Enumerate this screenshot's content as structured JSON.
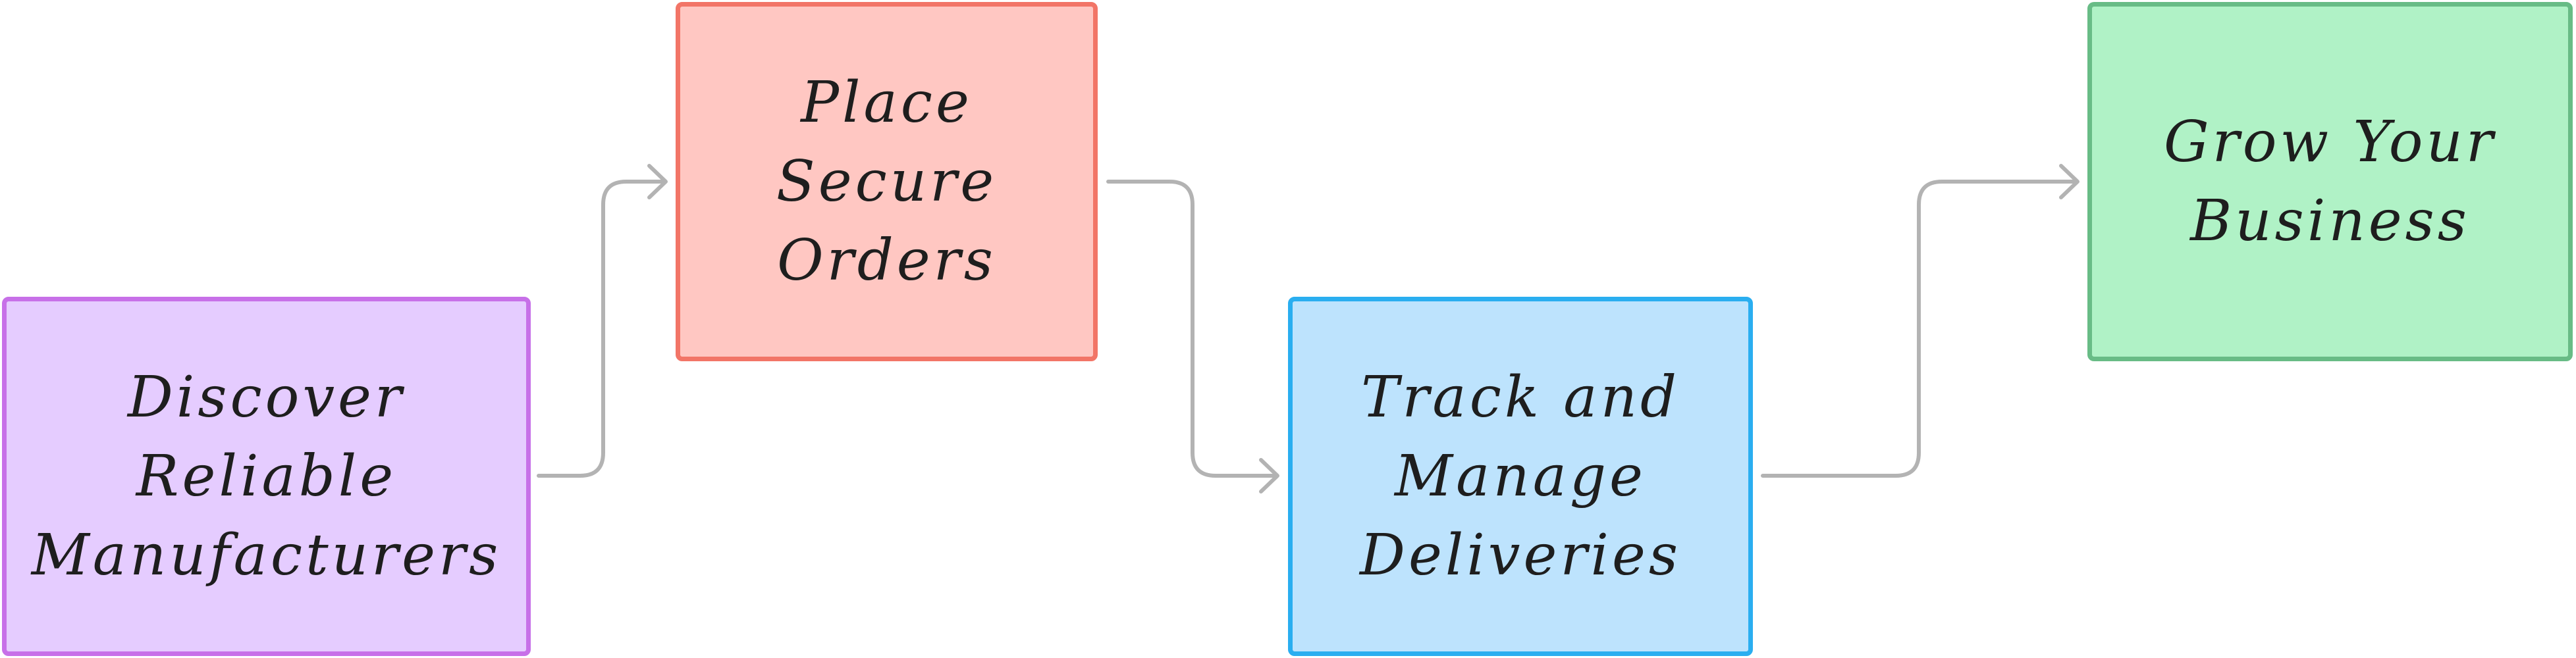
{
  "diagram": {
    "nodes": [
      {
        "id": "discover",
        "label": "Discover\nReliable\nManufacturers",
        "fill": "#e5ccff",
        "stroke": "#c770e8"
      },
      {
        "id": "place",
        "label": "Place Secure\nOrders",
        "fill": "#ffc7c2",
        "stroke": "#f27567"
      },
      {
        "id": "track",
        "label": "Track and\nManage\nDeliveries",
        "fill": "#bde3fd",
        "stroke": "#2aaef0"
      },
      {
        "id": "grow",
        "label": "Grow Your\nBusiness",
        "fill": "#b0f2c6",
        "stroke": "#68bc86"
      }
    ],
    "edges": [
      {
        "from": "discover",
        "to": "place"
      },
      {
        "from": "place",
        "to": "track"
      },
      {
        "from": "track",
        "to": "grow"
      }
    ],
    "connector_color": "#b3b3b3"
  }
}
